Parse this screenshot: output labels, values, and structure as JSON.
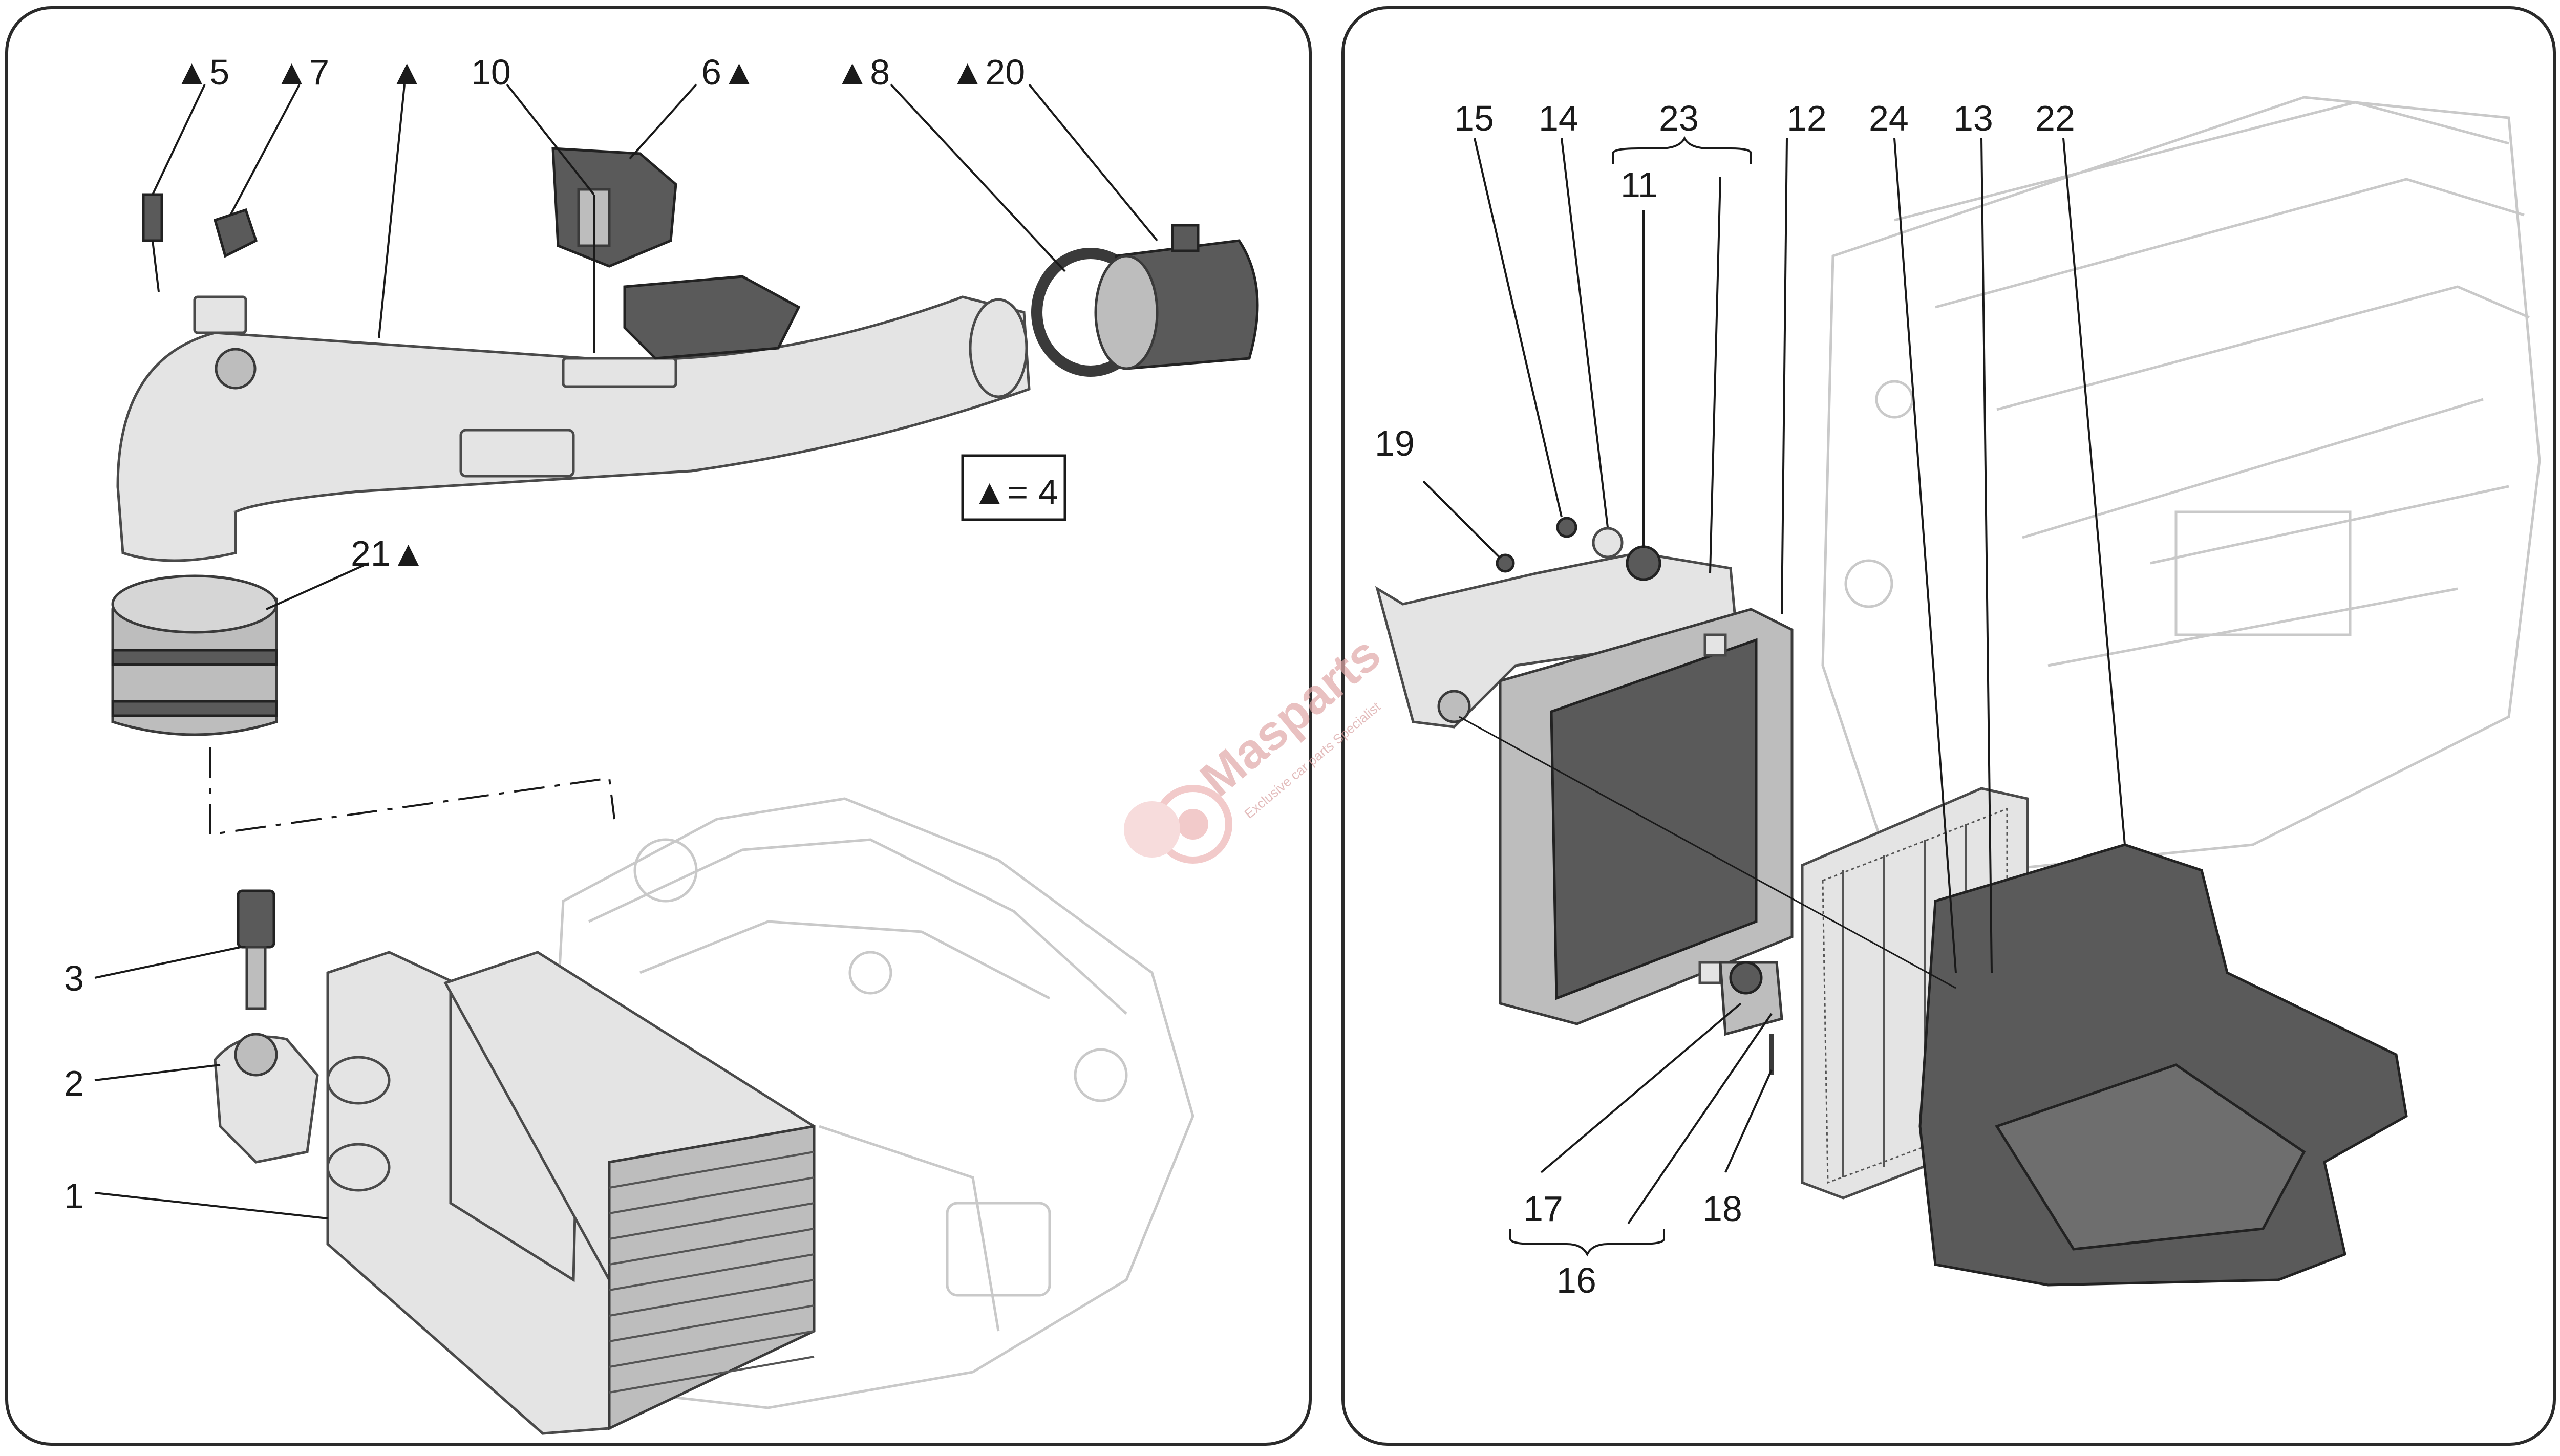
{
  "callouts": {
    "c1": "1",
    "c2": "2",
    "c3": "3",
    "c5": "▲5",
    "c7": "▲7",
    "c_tri": "▲",
    "c10": "10",
    "c6": "6▲",
    "c8": "▲8",
    "c20": "▲20",
    "c21": "21▲",
    "c15": "15",
    "c14": "14",
    "c23": "23",
    "c11": "11",
    "c12": "12",
    "c24": "24",
    "c13": "13",
    "c22": "22",
    "c19": "19",
    "c17": "17",
    "c16": "16",
    "c18": "18"
  },
  "legend": {
    "text": "▲= 4"
  },
  "watermark": {
    "brand": "Masparts",
    "tagline": "Exclusive car parts Specialist",
    "color": "#e8a0a0"
  },
  "colors": {
    "line": "#1a1a1a",
    "ghost": "#c9c9c9",
    "part_dark": "#5a5a5a",
    "part_light": "#e4e4e4"
  }
}
